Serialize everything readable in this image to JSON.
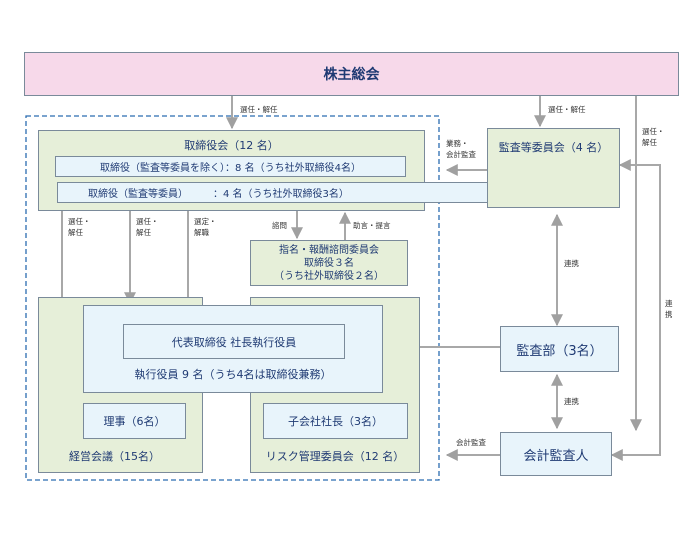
{
  "nodes": {
    "shareholders": "株主総会",
    "board": "取締役会（12 名）",
    "directors_non_audit": "取締役（監査等委員を除く）：8 名（うち社外取締役4名）",
    "directors_audit": "取締役（監査等委員）　　　：4 名（うち社外取締役3名）",
    "audit_committee": "監査等委員会（4 名）",
    "nomination_line1": "指名・報酬諮問委員会",
    "nomination_line2": "取締役３名",
    "nomination_line3": "（うち社外取締役２名）",
    "representative": "代表取締役 社長執行役員",
    "executive_officers": "執行役員 9 名（うち4名は取締役兼務）",
    "auditing_dept": "監査部（3名）",
    "trustees": "理事（6名）",
    "subsidiary_presidents": "子会社社長（3名）",
    "management_council": "経営会議（15名）",
    "risk_committee": "リスク管理委員会（12 名）",
    "accounting_auditor": "会計監査人"
  },
  "edge_labels": {
    "elect_dismiss": "選任・解任",
    "elect_dismiss_split1": "選任・",
    "elect_dismiss_split2": "解任",
    "audit_business_1": "業務・",
    "audit_business_2": "会計監査",
    "consult": "諮問",
    "advise": "助言・提言",
    "elect_remove_1": "選定・",
    "elect_remove_2": "解職",
    "cooperation": "連携",
    "cooperation_v1": "連",
    "cooperation_v2": "携",
    "accounting_audit": "会計監査"
  }
}
